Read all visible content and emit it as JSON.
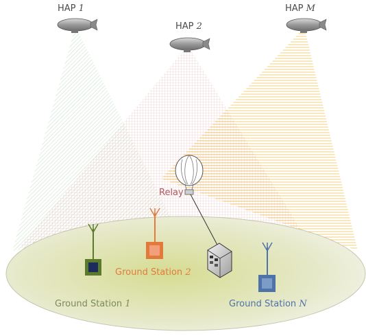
{
  "haps": [
    {
      "prefix": "HAP ",
      "index": "1"
    },
    {
      "prefix": "HAP ",
      "index": "2"
    },
    {
      "prefix": "HAP ",
      "index": "M"
    }
  ],
  "relay": {
    "label": "Relay"
  },
  "ground_stations": [
    {
      "prefix": "Ground Station ",
      "index": "1"
    },
    {
      "prefix": "Ground Station ",
      "index": "2"
    },
    {
      "prefix": "Ground Station ",
      "index": "N"
    }
  ],
  "colors": {
    "hap1_beam": "#9cc79a",
    "hap2_beam": "#e8a5a5",
    "hapM_beam": "#f3c45a",
    "gs1": "#5c7a2c",
    "gs2": "#e27a3c",
    "gsN": "#4d73a8",
    "relay_label": "#b05860",
    "ground_ellipse": "#d9dc9a"
  }
}
